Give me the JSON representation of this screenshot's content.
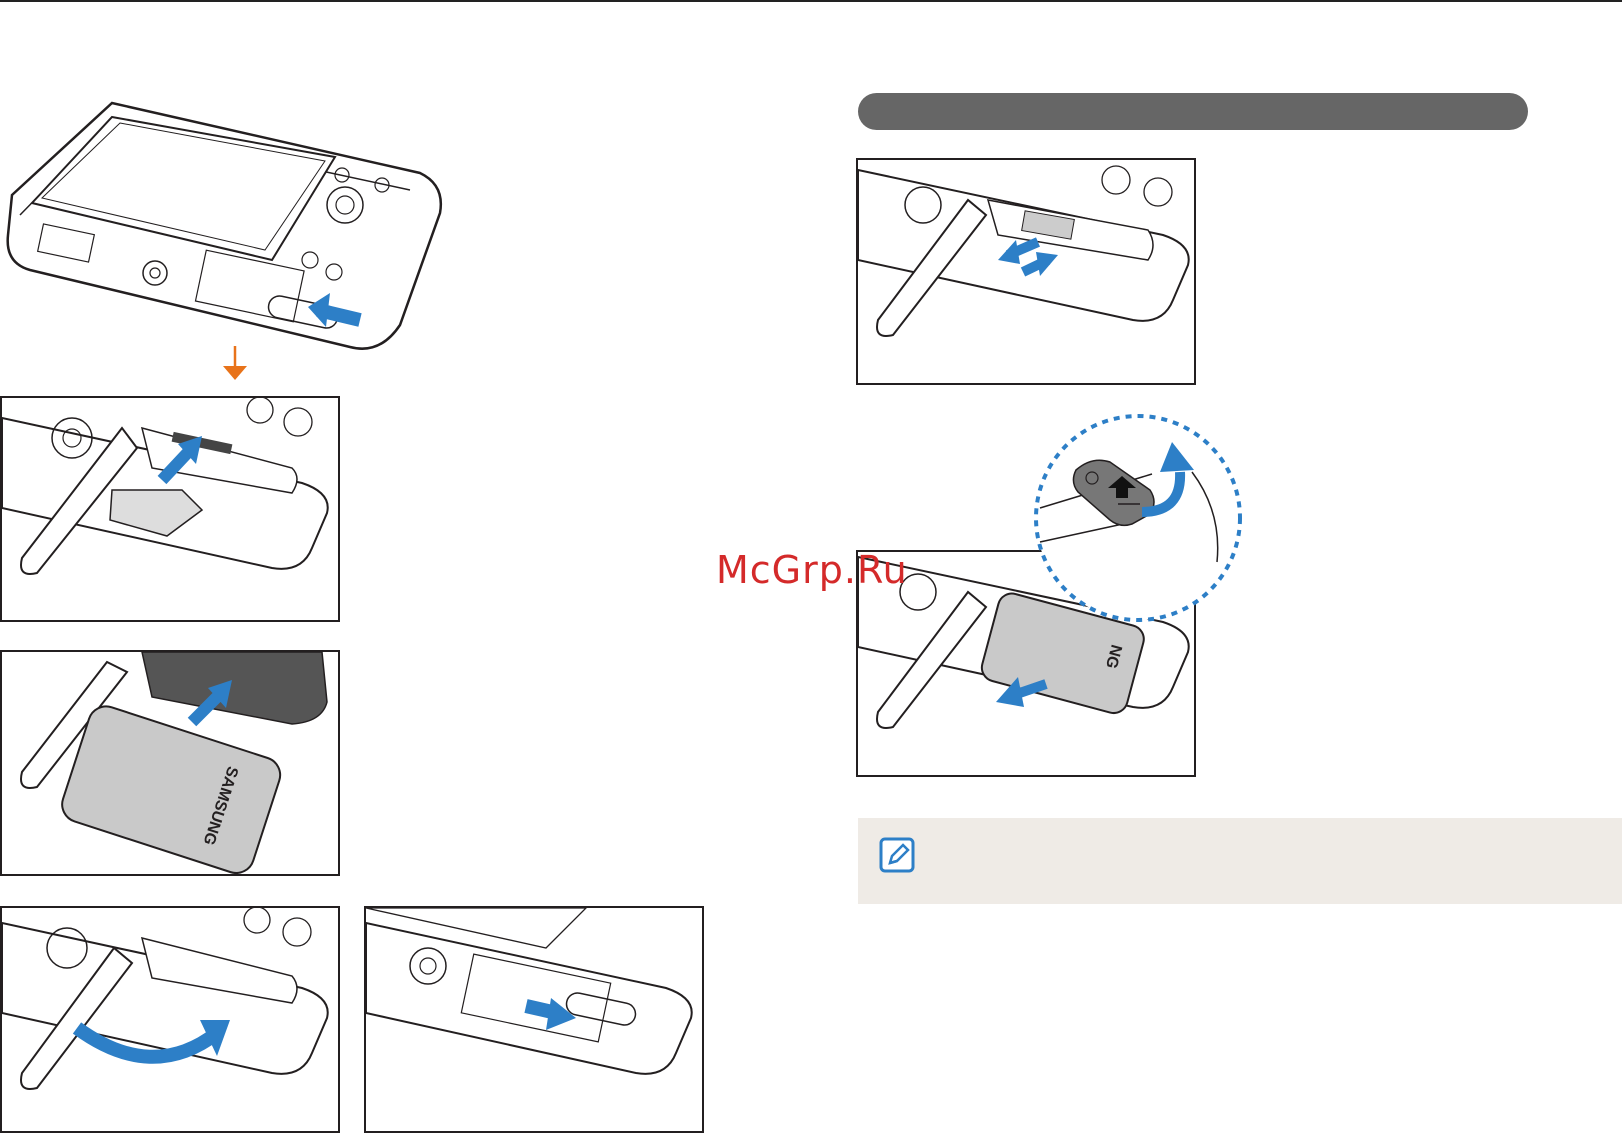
{
  "watermark": "McGrp.Ru",
  "battery_brand": "SAMSUNG",
  "battery_brand_partial": "NG",
  "colors": {
    "arrow_blue": "#2d7fc7",
    "step_arrow_orange": "#e8731a",
    "section_bar": "#666666",
    "note_background": "#efebe6"
  },
  "icons": {
    "step_arrow": "down-arrow-icon",
    "note": "note-pencil-icon"
  }
}
